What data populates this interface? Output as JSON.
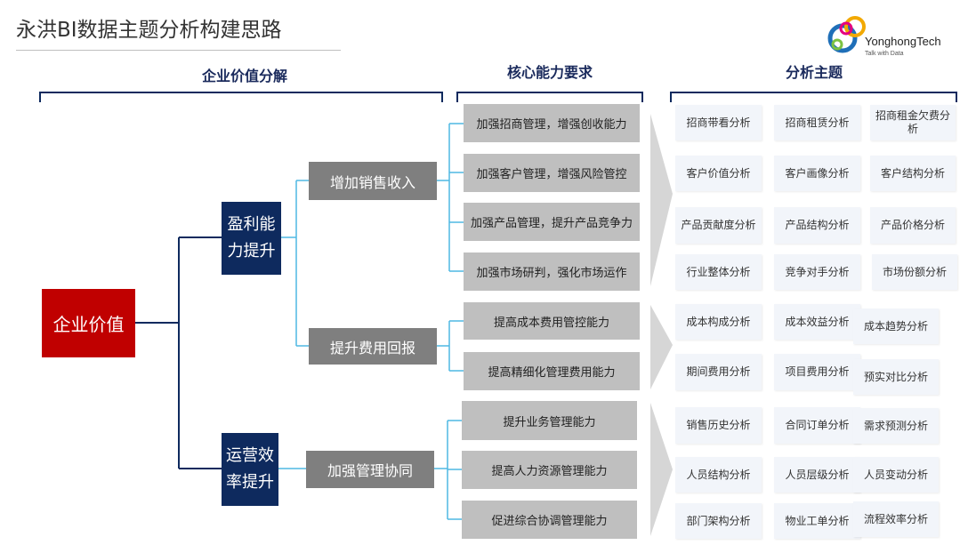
{
  "title": "永洪BI数据主题分析构建思路",
  "logo": {
    "name": "YonghongTech",
    "tagline": "Talk with Data"
  },
  "headers": {
    "decomposition": "企业价值分解",
    "capabilities": "核心能力要求",
    "topics": "分析主题"
  },
  "root": "企业价值",
  "level1": [
    "盈利能力提升",
    "运营效率提升"
  ],
  "level2": [
    "增加销售收入",
    "提升费用回报",
    "加强管理协同"
  ],
  "capabilities": [
    "加强招商管理，增强创收能力",
    "加强客户管理，增强风险管控",
    "加强产品管理，提升产品竞争力",
    "加强市场研判，强化市场运作",
    "提高成本费用管控能力",
    "提高精细化管理费用能力",
    "提升业务管理能力",
    "提高人力资源管理能力",
    "促进综合协调管理能力"
  ],
  "topics": [
    "招商带看分析",
    "招商租赁分析",
    "招商租金欠费分析",
    "客户价值分析",
    "客户画像分析",
    "客户结构分析",
    "产品贡献度分析",
    "产品结构分析",
    "产品价格分析",
    "行业整体分析",
    "竞争对手分析",
    "市场份额分析",
    "成本构成分析",
    "成本效益分析",
    "成本趋势分析",
    "期间费用分析",
    "项目费用分析",
    "预实对比分析",
    "销售历史分析",
    "合同订单分析",
    "需求预测分析",
    "人员结构分析",
    "人员层级分析",
    "人员变动分析",
    "部门架构分析",
    "物业工单分析",
    "流程效率分析"
  ],
  "colors": {
    "root": "#c00000",
    "level1": "#0e2a5e",
    "level2": "#7f7f7f",
    "capability": "#bfbfbf",
    "connector_dark": "#0e2a5e",
    "connector_light": "#4fb8e3"
  }
}
